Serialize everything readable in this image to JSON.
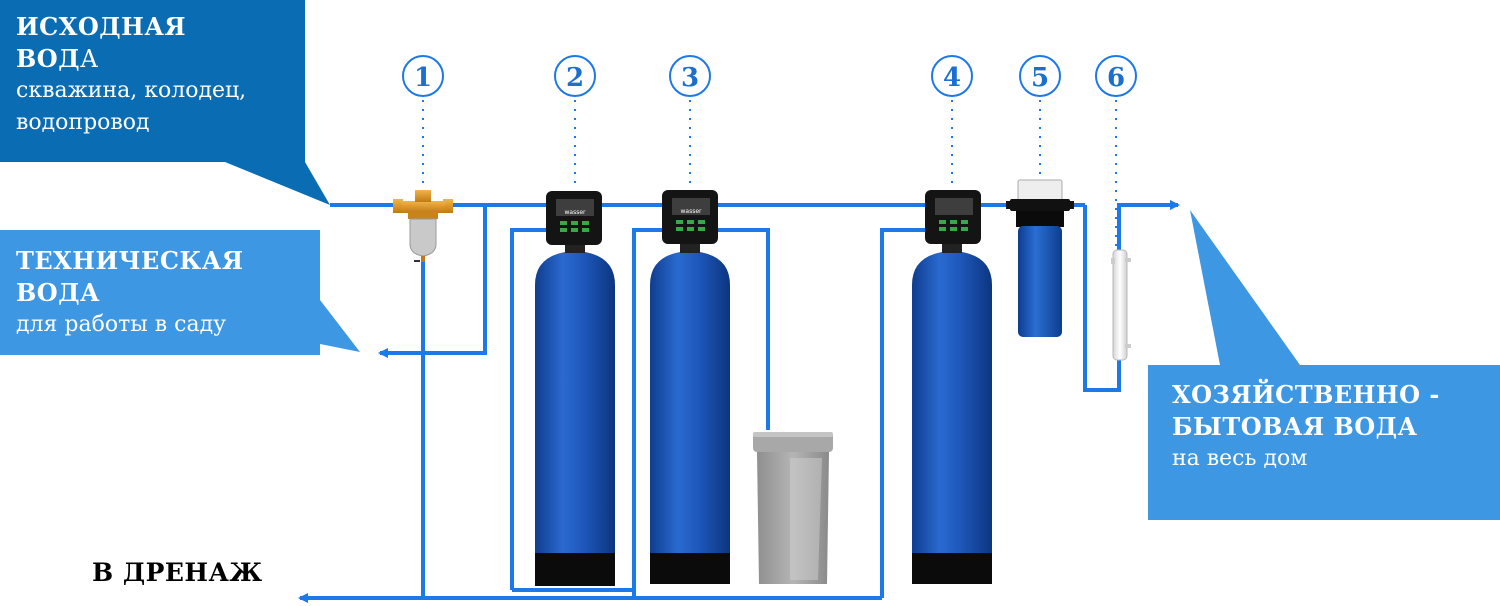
{
  "callouts": {
    "source": {
      "title_line1": "ИСХОДНАЯ",
      "title_line2_bold": "ВОД",
      "title_line2_rest": "А",
      "line3": "скважина, колодец,",
      "line4": "водопровод"
    },
    "technical": {
      "title_line1": "ТЕХНИЧЕСКАЯ",
      "title_line2": "ВОДА",
      "line3": "для работы в саду"
    },
    "household": {
      "title_line1": "ХОЗЯЙСТВЕННО -",
      "title_line2": "БЫТОВАЯ ВОДА",
      "line3": "на весь дом"
    }
  },
  "drain_label": "В ДРЕНАЖ",
  "markers": [
    "1",
    "2",
    "3",
    "4",
    "5",
    "6"
  ],
  "controller_brand": "wasser",
  "colors": {
    "dark_callout": "#0a6db3",
    "light_callout": "#3d97e3",
    "pipe": "#1d78e8",
    "tank_blue": "#1c55b6",
    "marker_text": "#1a6fd1"
  }
}
